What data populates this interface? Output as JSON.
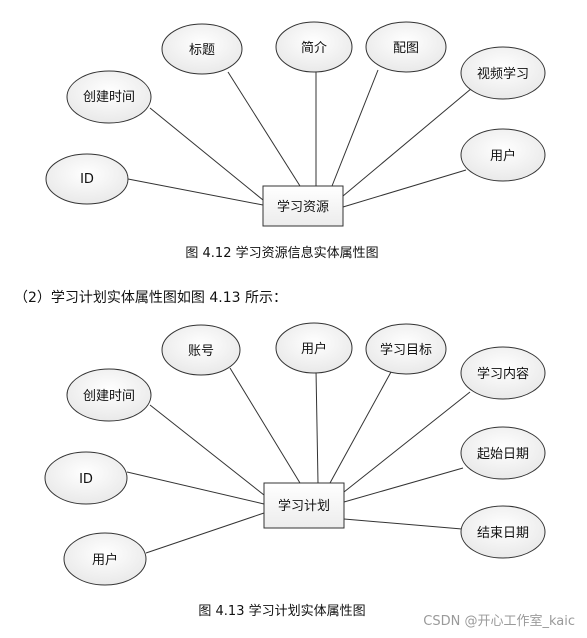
{
  "diagram1": {
    "entity": "学习资源",
    "attributes": [
      "ID",
      "创建时间",
      "标题",
      "简介",
      "配图",
      "视频学习",
      "用户"
    ],
    "caption": "图 4.12   学习资源信息实体属性图"
  },
  "paragraph": "（2）学习计划实体属性图如图 4.13 所示：",
  "diagram2": {
    "entity": "学习计划",
    "attributes": [
      "ID",
      "创建时间",
      "账号",
      "用户",
      "学习目标",
      "学习内容",
      "起始日期",
      "结束日期",
      "用户"
    ],
    "caption": "图 4.13 学习计划实体属性图"
  },
  "watermark": "CSDN @开心工作室_kaic"
}
